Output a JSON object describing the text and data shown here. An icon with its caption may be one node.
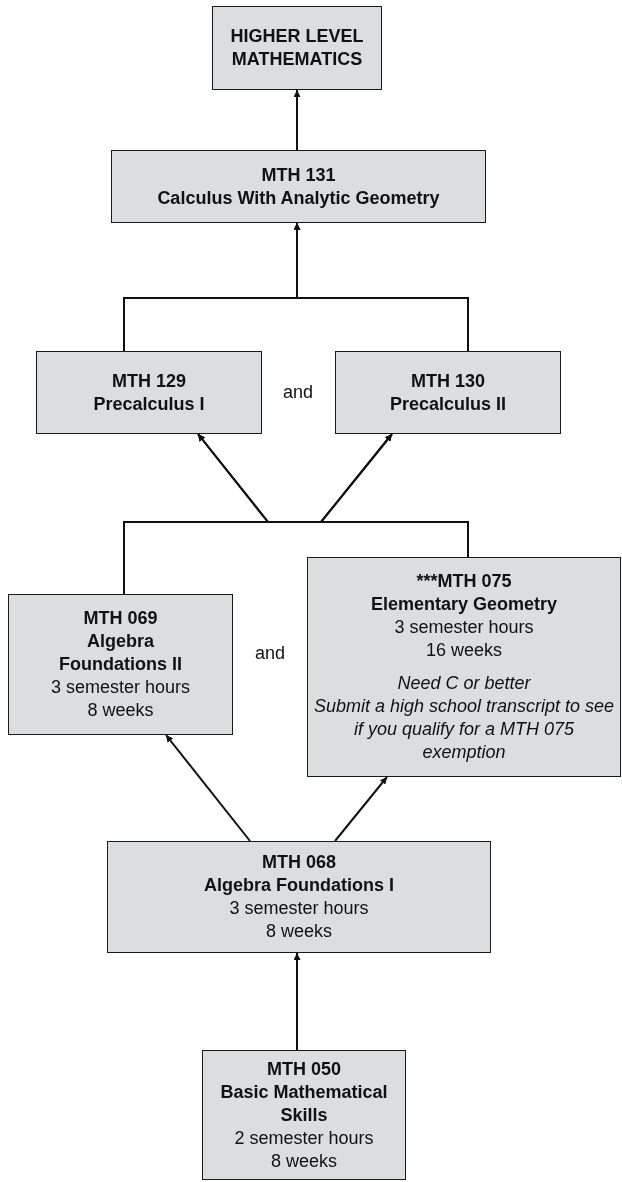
{
  "diagram": {
    "nodes": [
      {
        "text": [
          "HIGHER LEVEL MATHEMATICS"
        ]
      },
      {
        "text": [
          "MTH 131",
          "Calculus With Analytic Geometry"
        ]
      },
      {
        "text": [
          "MTH 129",
          "Precalculus I"
        ]
      },
      {
        "text": [
          "MTH 130",
          "Precalculus II"
        ]
      },
      {
        "text": [
          "MTH 069",
          "Algebra Foundations II",
          "3 semester hours",
          "8 weeks"
        ]
      },
      {
        "text": [
          "***MTH 075",
          "Elementary Geometry",
          "3 semester hours",
          "16 weeks",
          "Need C or better",
          "Submit a high school transcript to see if you qualify for a MTH 075 exemption"
        ]
      },
      {
        "text": [
          "MTH 068",
          "Algebra Foundations I",
          "3 semester hours",
          "8 weeks"
        ]
      },
      {
        "text": [
          "MTH 050",
          "Basic Mathematical Skills",
          "2 semester hours",
          "8 weeks"
        ]
      }
    ],
    "edges": [
      {
        "from": 1,
        "to": 0,
        "arrow": "to"
      },
      {
        "from": 2,
        "to": 1,
        "arrow": "to"
      },
      {
        "from": 3,
        "to": 1,
        "arrow": "to"
      },
      {
        "from": 4,
        "to": 2,
        "arrow": "to"
      },
      {
        "from": 4,
        "to": 3,
        "arrow": "to"
      },
      {
        "from": 5,
        "to": 2,
        "arrow": "to"
      },
      {
        "from": 5,
        "to": 3,
        "arrow": "to"
      },
      {
        "from": 6,
        "to": 4,
        "arrow": "to"
      },
      {
        "from": 6,
        "to": 5,
        "arrow": "to"
      },
      {
        "from": 7,
        "to": 6,
        "arrow": "to"
      }
    ],
    "labels": [
      "and",
      "and"
    ]
  }
}
